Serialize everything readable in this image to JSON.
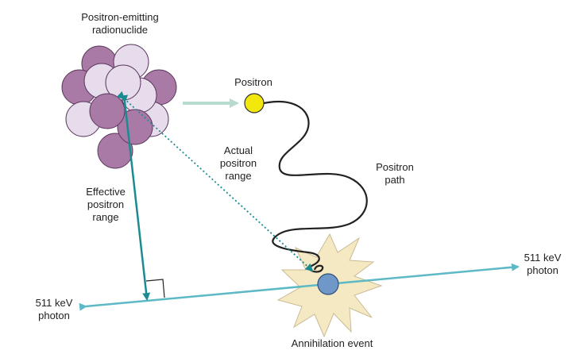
{
  "labels": {
    "source_line1": "Positron-emitting",
    "source_line2": "radionuclide",
    "positron": "Positron",
    "actual_line1": "Actual",
    "actual_line2": "positron",
    "actual_line3": "range",
    "path_line1": "Positron",
    "path_line2": "path",
    "effective_line1": "Effective",
    "effective_line2": "positron",
    "effective_line3": "range",
    "photon_right_line1": "511 keV",
    "photon_right_line2": "photon",
    "photon_left_line1": "511 keV",
    "photon_left_line2": "photon",
    "annihilation": "Annihilation event"
  },
  "colors": {
    "nucleon_dark": "#a97aa6",
    "nucleon_light": "#e6dcec",
    "nucleon_stroke": "#5e3a60",
    "positron_fill": "#f3e80b",
    "positron_stroke": "#333333",
    "incoming_arrow": "#b7dccf",
    "path": "#222222",
    "teal": "#1a8c91",
    "photon_line": "#5cb9c5",
    "burst_fill": "#f5e9c4",
    "burst_stroke": "#c9bb93",
    "event_dot": "#6f98c8"
  }
}
